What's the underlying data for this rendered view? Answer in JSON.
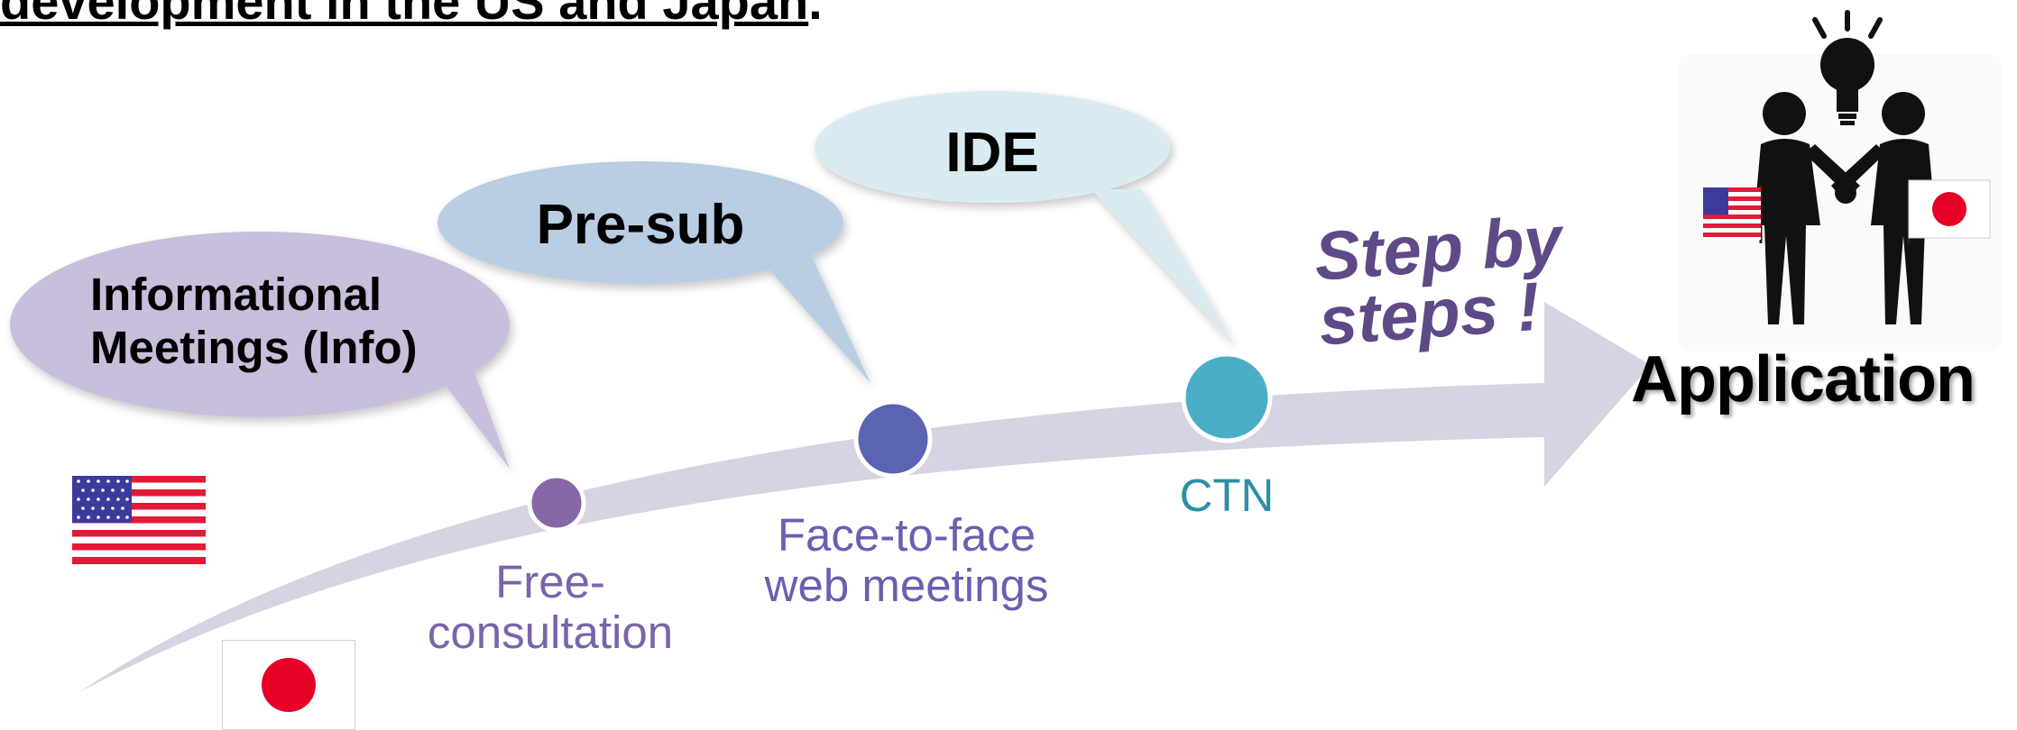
{
  "heading": {
    "underlined": "development in the US and Japan",
    "trailing": "."
  },
  "bubbles": [
    {
      "id": "info",
      "line1": "Informational",
      "line2": "Meetings (Info)",
      "color": "#c9bedb"
    },
    {
      "id": "presub",
      "text": "Pre-sub",
      "color": "#b9cde3"
    },
    {
      "id": "ide",
      "text": "IDE",
      "color": "#daecf2"
    }
  ],
  "steps": [
    {
      "id": "free",
      "line1": "Free-",
      "line2": "consultation",
      "dot_color": "#8668a6",
      "text_color": "#7a64aa"
    },
    {
      "id": "face",
      "line1": "Face-to-face",
      "line2": "web meetings",
      "dot_color": "#5b63b3",
      "text_color": "#6a5fb0"
    },
    {
      "id": "ctn",
      "line1": "CTN",
      "dot_color": "#4aaec6",
      "text_color": "#2b8fa6"
    }
  ],
  "slogan": {
    "line1": "Step by",
    "line2": "steps !"
  },
  "destination": {
    "label": "Application"
  },
  "colors": {
    "arrow": "#d7d3e3",
    "flag_red": "#e31937",
    "flag_blue": "#3c3b9c",
    "japan_red": "#e60026"
  },
  "icons": {
    "us_flag": "us-flag-icon",
    "japan_flag": "japan-flag-icon",
    "handshake": "handshake-people-icon",
    "lightbulb": "lightbulb-icon"
  }
}
